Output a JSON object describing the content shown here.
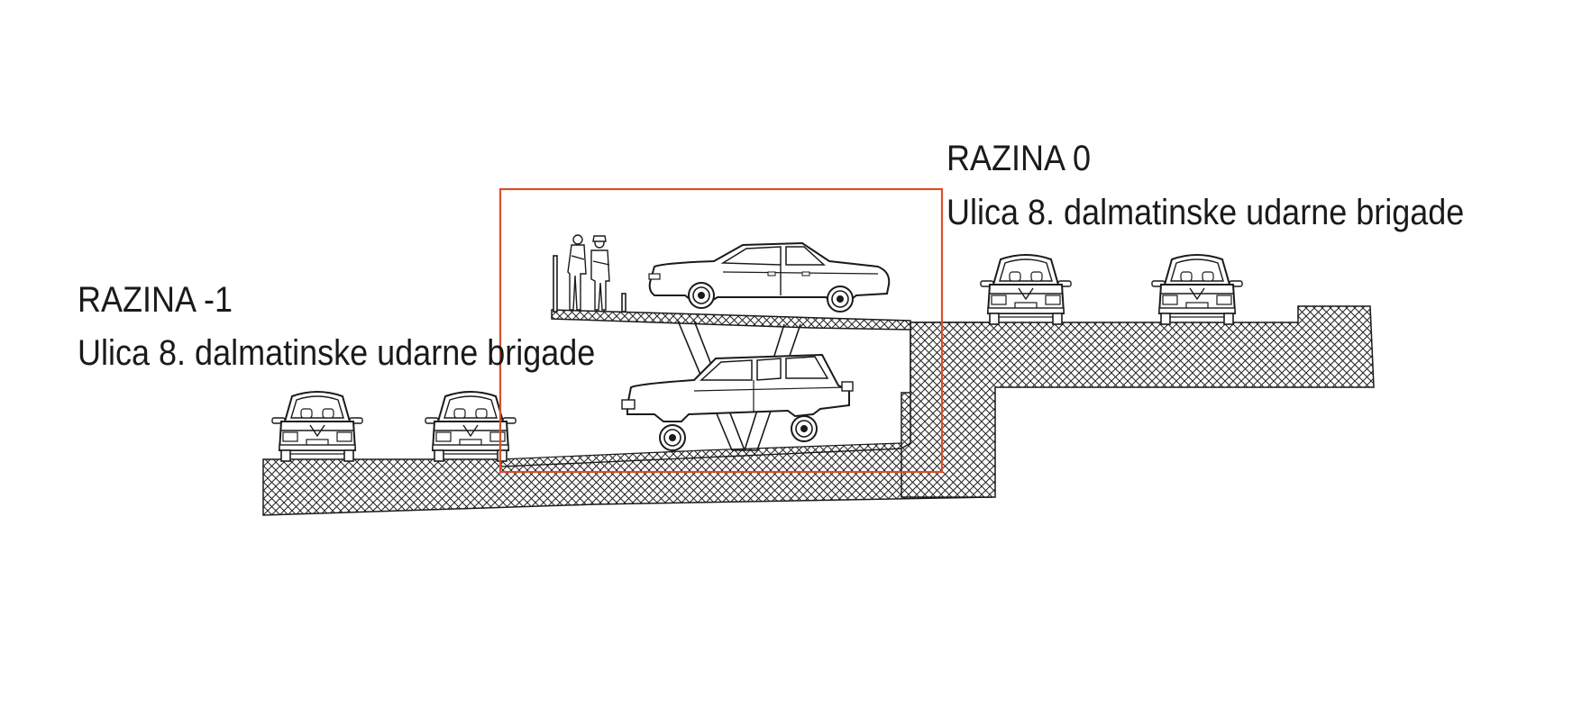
{
  "labels": {
    "level_0_title": "RAZINA 0",
    "level_0_street": "Ulica 8. dalmatinske udarne brigade",
    "level_minus1_title": "RAZINA -1",
    "level_minus1_street": "Ulica 8. dalmatinske udarne brigade"
  },
  "colors": {
    "line": "#1a1a1a",
    "highlight_frame": "#d9502a",
    "background": "#ffffff"
  },
  "icons": [
    "sedan-side-icon",
    "suv-side-icon",
    "car-rear-icon",
    "person-icon"
  ]
}
